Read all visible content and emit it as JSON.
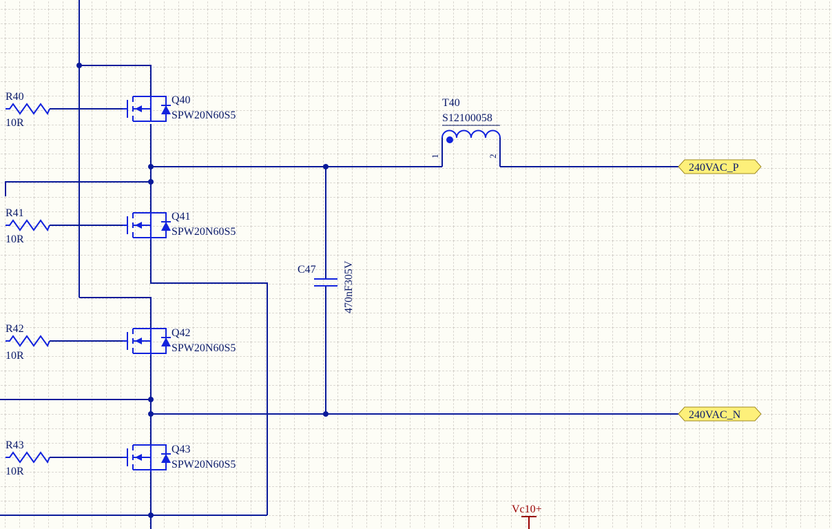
{
  "resistors": [
    {
      "ref": "R40",
      "value": "10R"
    },
    {
      "ref": "R41",
      "value": "10R"
    },
    {
      "ref": "R42",
      "value": "10R"
    },
    {
      "ref": "R43",
      "value": "10R"
    }
  ],
  "mosfets": [
    {
      "ref": "Q40",
      "part": "SPW20N60S5"
    },
    {
      "ref": "Q41",
      "part": "SPW20N60S5"
    },
    {
      "ref": "Q42",
      "part": "SPW20N60S5"
    },
    {
      "ref": "Q43",
      "part": "SPW20N60S5"
    }
  ],
  "capacitor": {
    "ref": "C47",
    "value": "470nF305V"
  },
  "transformer": {
    "ref": "T40",
    "part": "S12100058",
    "pin1": "1",
    "pin2": "2"
  },
  "ports": {
    "p": "240VAC_P",
    "n": "240VAC_N"
  },
  "power": {
    "label": "Vc10+"
  },
  "colors": {
    "wire": "#0a1a9a",
    "component": "#1122dd",
    "port_fill": "#fdf07a",
    "power": "#990000",
    "grid": "#b9b4ad"
  }
}
